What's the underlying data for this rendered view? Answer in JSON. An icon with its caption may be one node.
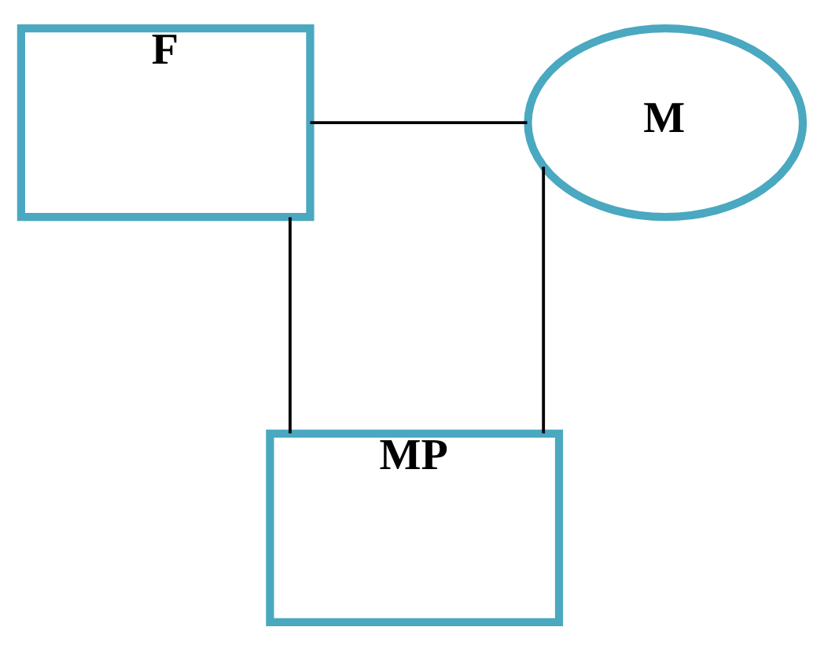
{
  "diagram": {
    "nodes": [
      {
        "text": [
          "F"
        ]
      },
      {
        "text": [
          "M"
        ]
      },
      {
        "text": [
          "MP"
        ]
      }
    ],
    "edges": [
      {
        "from": 0,
        "to": 1,
        "arrow": "none"
      },
      {
        "from": 0,
        "to": 2,
        "arrow": "none"
      },
      {
        "from": 1,
        "to": 2,
        "arrow": "none"
      }
    ]
  }
}
